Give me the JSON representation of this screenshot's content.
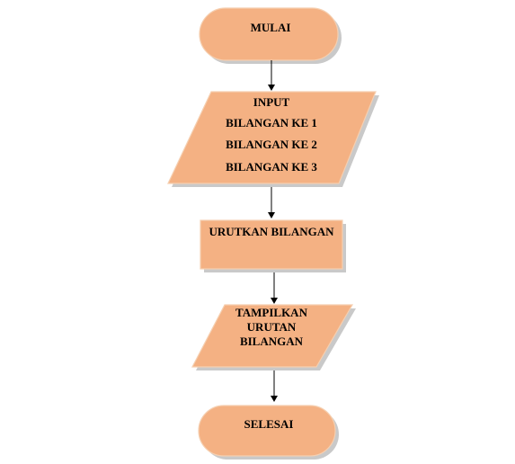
{
  "nodes": {
    "start": {
      "label": "MULAI"
    },
    "input": {
      "lines": [
        "INPUT",
        "BILANGAN KE 1",
        "BILANGAN KE 2",
        "BILANGAN KE 3"
      ]
    },
    "process": {
      "label": "URUTKAN BILANGAN"
    },
    "output": {
      "lines": [
        "TAMPILKAN",
        "URUTAN",
        "BILANGAN"
      ]
    },
    "end": {
      "label": "SELESAI"
    }
  },
  "colors": {
    "shape_fill": "#F4B183",
    "shadow": "#C9C9C9",
    "arrow": "#000000"
  }
}
